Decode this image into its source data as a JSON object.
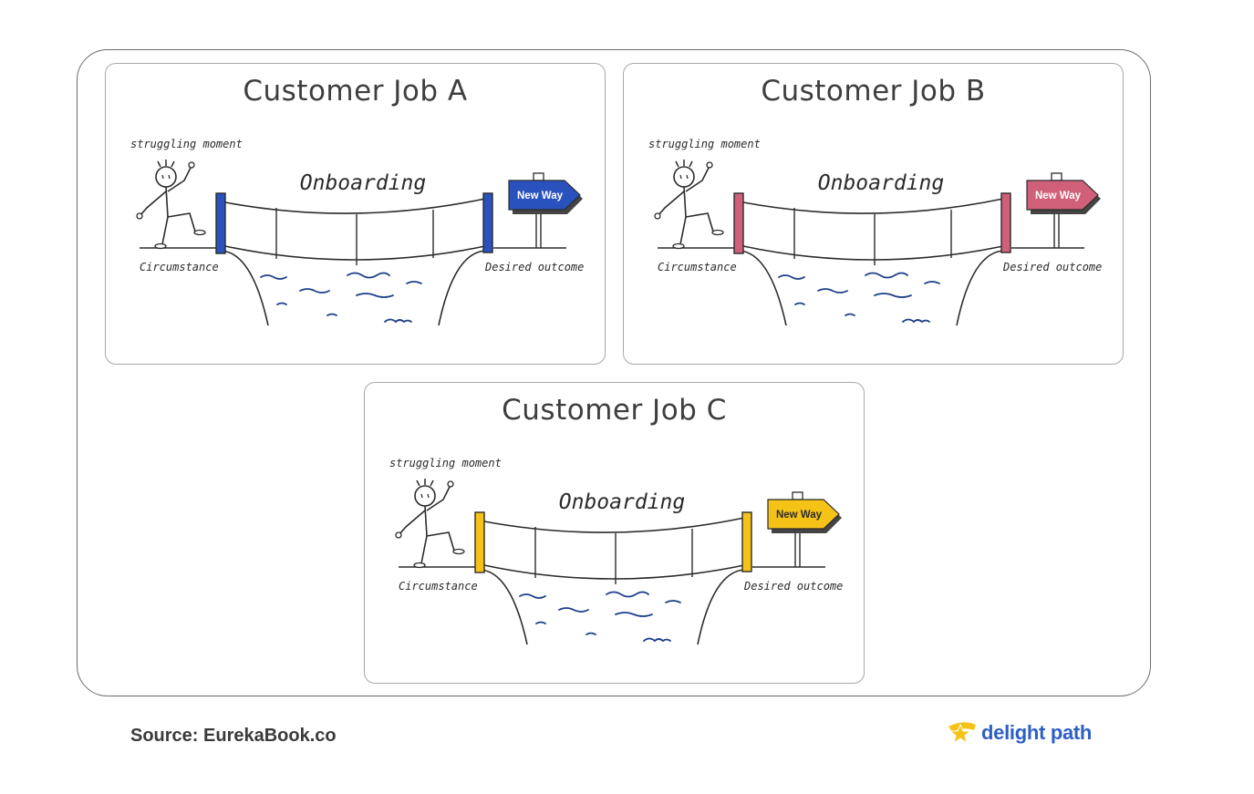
{
  "cards": [
    {
      "title": "Customer Job A",
      "sign": "New Way",
      "color": "#2a52be",
      "sign_text_color": "#ffffff",
      "labels": {
        "struggle": "struggling moment",
        "bridge": "Onboarding",
        "left": "Circumstance",
        "right": "Desired outcome"
      }
    },
    {
      "title": "Customer Job B",
      "sign": "New Way",
      "color": "#d0607a",
      "sign_text_color": "#ffffff",
      "labels": {
        "struggle": "struggling moment",
        "bridge": "Onboarding",
        "left": "Circumstance",
        "right": "Desired outcome"
      }
    },
    {
      "title": "Customer Job C",
      "sign": "New Way",
      "color": "#f5c318",
      "sign_text_color": "#2b2b2b",
      "labels": {
        "struggle": "struggling moment",
        "bridge": "Onboarding",
        "left": "Circumstance",
        "right": "Desired outcome"
      }
    }
  ],
  "footer": {
    "source": "Source: EurekaBook.co",
    "brand": "delight path",
    "brand_icon": "star-path-icon",
    "brand_color": "#2d5fc4",
    "brand_accent": "#f5c318"
  },
  "water_color": "#1f3f8a"
}
